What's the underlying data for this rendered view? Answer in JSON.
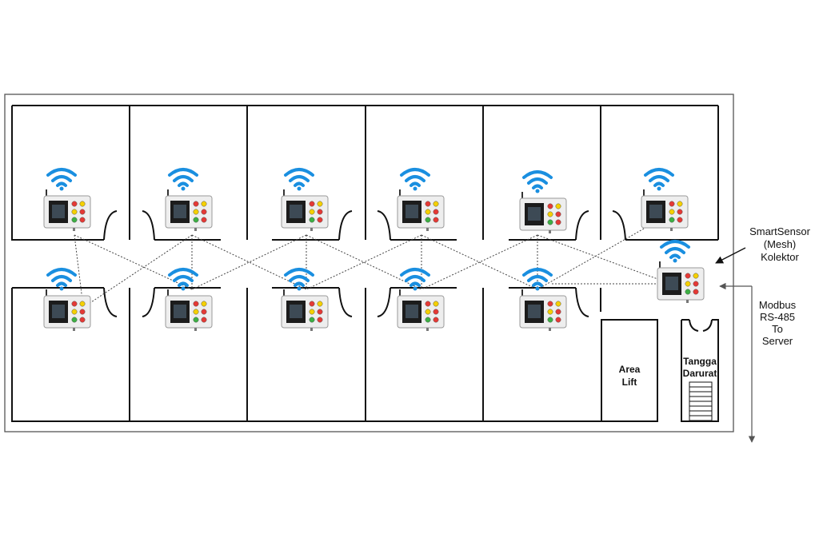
{
  "labels": {
    "collector": [
      "SmartSensor",
      "(Mesh)",
      "Kolektor"
    ],
    "modbus": [
      "Modbus",
      "RS-485",
      "To",
      "Server"
    ],
    "lift": [
      "Area",
      "Lift"
    ],
    "stairs": [
      "Tangga",
      "Darurat"
    ]
  },
  "colors": {
    "wall": "#111111",
    "wifi": "#1a8fe0",
    "device_body": "#eeeeee",
    "screen": "#1c1c1c",
    "mesh_link": "#444444",
    "led_red": "#e53935",
    "led_yellow": "#f5d000",
    "led_green": "#3cb043"
  },
  "devices": {
    "top_row_count": 6,
    "bottom_row_count": 5,
    "collector_count": 1,
    "icon": "wifi-icon"
  }
}
